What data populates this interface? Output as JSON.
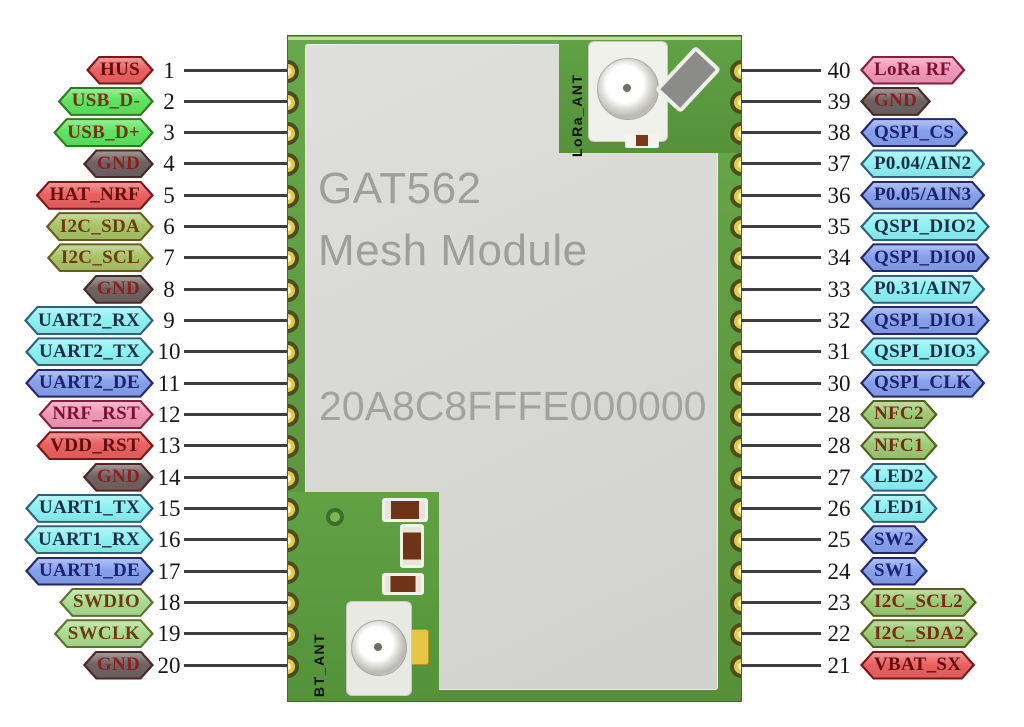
{
  "module": {
    "model": "GAT562",
    "type": "Mesh Module",
    "serial": "20A8C8FFFE000000",
    "lora_antenna_label": "LoRa_ANT",
    "bt_antenna_label": "BT_ANT"
  },
  "palette": {
    "red": {
      "fill": "#ea6161",
      "border": "#801414",
      "text": "#620c0c"
    },
    "green": {
      "fill": "#5fe45f",
      "border": "#2e7a1e",
      "text": "#793016"
    },
    "gnd": {
      "fill": "#6e6262",
      "border": "#4d2626",
      "text": "#8c2020"
    },
    "olive": {
      "fill": "#a9c468",
      "border": "#6a5a1e",
      "text": "#6e3a12"
    },
    "cyan": {
      "fill": "#8df2f2",
      "border": "#2f6080",
      "text": "#1c2c46"
    },
    "blue": {
      "fill": "#86a0ec",
      "border": "#23276e",
      "text": "#1c2270"
    },
    "pink": {
      "fill": "#ef98b8",
      "border": "#8a1c40",
      "text": "#7c1030"
    },
    "ltgreen": {
      "fill": "#abdc92",
      "border": "#5c7030",
      "text": "#6e3a12"
    },
    "nfc": {
      "fill": "#9ccb76",
      "border": "#565f1c",
      "text": "#7a2a12"
    }
  },
  "line_color": "#3e3e3e",
  "pins": {
    "left": [
      {
        "num": "1",
        "label": "HUS",
        "color": "red"
      },
      {
        "num": "2",
        "label": "USB_D-",
        "color": "green"
      },
      {
        "num": "3",
        "label": "USB_D+",
        "color": "green"
      },
      {
        "num": "4",
        "label": "GND",
        "color": "gnd"
      },
      {
        "num": "5",
        "label": "HAT_NRF",
        "color": "red"
      },
      {
        "num": "6",
        "label": "I2C_SDA",
        "color": "olive"
      },
      {
        "num": "7",
        "label": "I2C_SCL",
        "color": "olive"
      },
      {
        "num": "8",
        "label": "GND",
        "color": "gnd"
      },
      {
        "num": "9",
        "label": "UART2_RX",
        "color": "cyan"
      },
      {
        "num": "10",
        "label": "UART2_TX",
        "color": "cyan"
      },
      {
        "num": "11",
        "label": "UART2_DE",
        "color": "blue"
      },
      {
        "num": "12",
        "label": "NRF_RST",
        "color": "pink"
      },
      {
        "num": "13",
        "label": "VDD_RST",
        "color": "red"
      },
      {
        "num": "14",
        "label": "GND",
        "color": "gnd"
      },
      {
        "num": "15",
        "label": "UART1_TX",
        "color": "cyan"
      },
      {
        "num": "16",
        "label": "UART1_RX",
        "color": "cyan"
      },
      {
        "num": "17",
        "label": "UART1_DE",
        "color": "blue"
      },
      {
        "num": "18",
        "label": "SWDIO",
        "color": "ltgreen"
      },
      {
        "num": "19",
        "label": "SWCLK",
        "color": "ltgreen"
      },
      {
        "num": "20",
        "label": "GND",
        "color": "gnd"
      }
    ],
    "right": [
      {
        "num": "40",
        "label": "LoRa RF",
        "color": "pink"
      },
      {
        "num": "39",
        "label": "GND",
        "color": "gnd"
      },
      {
        "num": "38",
        "label": "QSPI_CS",
        "color": "blue"
      },
      {
        "num": "37",
        "label": "P0.04/AIN2",
        "color": "cyan"
      },
      {
        "num": "36",
        "label": "P0.05/AIN3",
        "color": "blue"
      },
      {
        "num": "35",
        "label": "QSPI_DIO2",
        "color": "cyan"
      },
      {
        "num": "34",
        "label": "QSPI_DIO0",
        "color": "blue"
      },
      {
        "num": "33",
        "label": "P0.31/AIN7",
        "color": "cyan"
      },
      {
        "num": "32",
        "label": "QSPI_DIO1",
        "color": "blue"
      },
      {
        "num": "31",
        "label": "QSPI_DIO3",
        "color": "cyan"
      },
      {
        "num": "30",
        "label": "QSPI_CLK",
        "color": "blue"
      },
      {
        "num": "28",
        "label": "NFC2",
        "color": "nfc"
      },
      {
        "num": "28",
        "label": "NFC1",
        "color": "nfc"
      },
      {
        "num": "27",
        "label": "LED2",
        "color": "cyan"
      },
      {
        "num": "26",
        "label": "LED1",
        "color": "cyan"
      },
      {
        "num": "25",
        "label": "SW2",
        "color": "blue"
      },
      {
        "num": "24",
        "label": "SW1",
        "color": "blue"
      },
      {
        "num": "23",
        "label": "I2C_SCL2",
        "color": "nfc"
      },
      {
        "num": "22",
        "label": "I2C_SDA2",
        "color": "nfc"
      },
      {
        "num": "21",
        "label": "VBAT_SX",
        "color": "red"
      }
    ]
  }
}
